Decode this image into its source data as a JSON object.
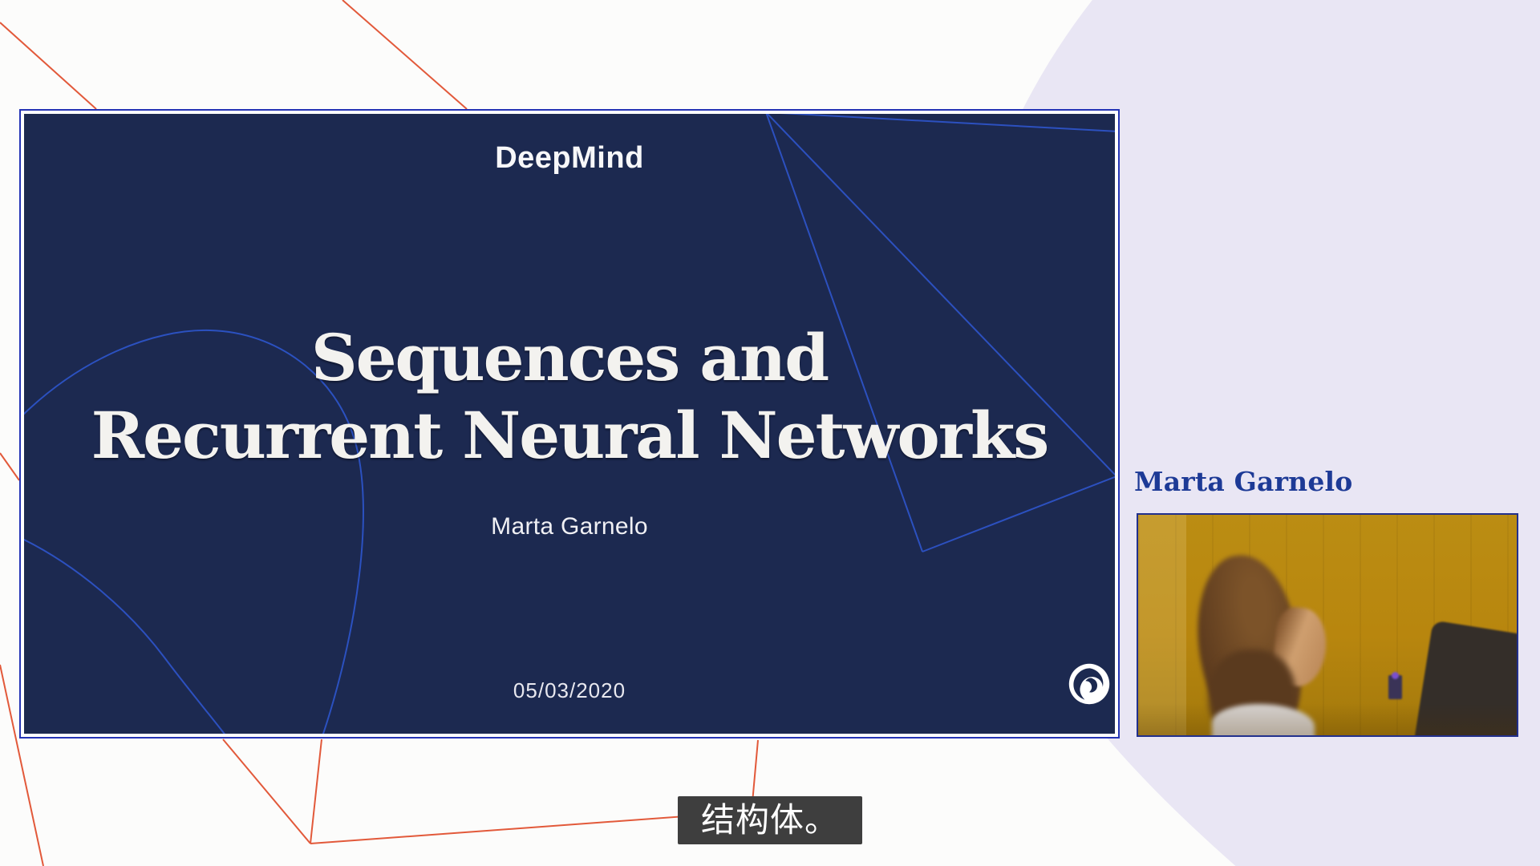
{
  "page": {
    "background": "#FCFCFB"
  },
  "slide": {
    "brand_wordmark": "DeepMind",
    "title_line1": "Sequences and",
    "title_line2": "Recurrent Neural Networks",
    "author": "Marta Garnelo",
    "date": "05/03/2020",
    "background_color": "#1C2950",
    "border_color": "#2433B5",
    "accent_line_color": "#2E55CC"
  },
  "speaker": {
    "name": "Marta Garnelo",
    "label_color": "#1D3A96"
  },
  "subtitle": {
    "text": "结构体。",
    "background_color": "#3E3E3E",
    "text_color": "#FFFFFF"
  },
  "decor": {
    "orange_line_color": "#E2593A",
    "lavender_blob_color": "#E9E6F4"
  },
  "icons": {
    "deepmind_spiral": "spiral-swirl"
  }
}
